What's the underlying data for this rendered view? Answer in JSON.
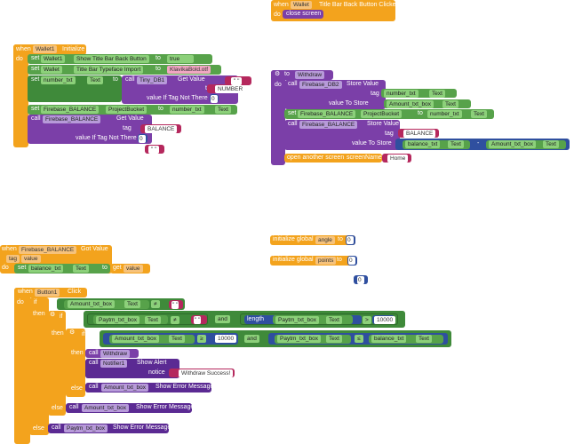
{
  "b1": {
    "when": "when",
    "comp": "Wallet",
    "event": "Title Bar Back Button Clicked",
    "do": "do",
    "action": "close screen"
  },
  "b2": {
    "when": "when",
    "comp": "Wallet1",
    "event": "Initialize",
    "do": "do",
    "set1": {
      "set": "set",
      "comp": "Wallet1",
      "prop": "Show Title Bar Back Button",
      "to": "to",
      "val": "true"
    },
    "set2": {
      "set": "set",
      "comp": "Wallet",
      "prop": "Title Bar Typeface Import",
      "to": "to",
      "val": "KlavikaBold.otf"
    },
    "set3": {
      "set": "set",
      "var": "number_txt",
      "prop": "Text",
      "to": "to",
      "call": "call",
      "db": "Tiny_DB1",
      "method": "Get Value",
      "tag": "tag",
      "tag_val": "NUMBER",
      "ifnot": "value If Tag Not There",
      "ifnot_val": "0"
    },
    "set4": {
      "set": "set",
      "comp": "Firebase_BALANCE",
      "prop": "ProjectBucket",
      "to": "to",
      "val_comp": "number_txt",
      "val_prop": "Text"
    },
    "call1": {
      "call": "call",
      "comp": "Firebase_BALANCE",
      "method": "Get Value",
      "tag": "tag",
      "tag_val": "BALANCE",
      "ifnot": "value If Tag Not There",
      "ifnot_val": "0"
    },
    "empty_text": "\" \""
  },
  "b3": {
    "to": "to",
    "name": "Withdraw",
    "do": "do",
    "call1": {
      "call": "call",
      "comp": "Firebase_DB2",
      "method": "Store Value",
      "tag": "tag",
      "tag_comp": "number_txt",
      "tag_prop": "Text",
      "vts": "value To Store",
      "vts_comp": "Amount_txt_box",
      "vts_prop": "Text"
    },
    "set1": {
      "set": "set",
      "comp": "Firebase_BALANCE",
      "prop": "ProjectBucket",
      "to": "to",
      "val_comp": "number_txt",
      "val_prop": "Text"
    },
    "call2": {
      "call": "call",
      "comp": "Firebase_BALANCE",
      "method": "Store Value",
      "tag": "tag",
      "tag_val": "BALANCE",
      "vts": "value To Store",
      "a_comp": "balance_txt",
      "a_prop": "Text",
      "op": "-",
      "b_comp": "Amount_txt_box",
      "b_prop": "Text"
    },
    "open": {
      "label": "open another screen",
      "arg": "screenName",
      "val": "Home"
    }
  },
  "b4": {
    "when": "when",
    "comp": "Firebase_BALANCE",
    "event": "Got Value",
    "tag": "tag",
    "value": "value",
    "do": "do",
    "set": "set",
    "var": "balance_txt",
    "prop": "Text",
    "to": "to",
    "get": "get",
    "get_val": "value"
  },
  "g1": {
    "label": "initialize global",
    "name": "angle",
    "to": "to",
    "val": "0"
  },
  "g2": {
    "label": "initialize global",
    "name": "points",
    "to": "to",
    "val": "0"
  },
  "loose_num": "0",
  "b5": {
    "when": "when",
    "comp": "Button1",
    "event": "Click",
    "do": "do",
    "if": "if",
    "then": "then",
    "else": "else",
    "if1": {
      "comp": "Amount_txt_box",
      "prop": "Text",
      "op": "≠",
      "val": "\" \""
    },
    "if2": {
      "a_comp": "Paytm_txt_box",
      "a_prop": "Text",
      "op1": "≠",
      "a_val": "\" \"",
      "and": "and",
      "length": "length",
      "b_comp": "Paytm_txt_box",
      "b_prop": "Text",
      "op2": ">",
      "b_val": "10000"
    },
    "if3": {
      "a_comp": "Amount_txt_box",
      "a_prop": "Text",
      "op1": "≥",
      "a_val": "10000",
      "and": "and",
      "b_comp": "Paytm_txt_box",
      "b_prop": "Text",
      "op2": "≤",
      "c_comp": "balance_txt",
      "c_prop": "Text"
    },
    "callw": {
      "call": "call",
      "name": "Withdraw"
    },
    "alert": {
      "call": "call",
      "comp": "Notifier1",
      "method": "Show Alert",
      "notice": "notice",
      "val": "Withdraw Success!"
    },
    "err1": {
      "call": "call",
      "comp": "Amount_txt_box",
      "method": "Show Error Message"
    },
    "err2": {
      "call": "call",
      "comp": "Amount_txt_box",
      "method": "Show Error Message"
    },
    "err3": {
      "call": "call",
      "comp": "Paytm_txt_box",
      "method": "Show Error Message"
    }
  },
  "colors": {
    "event": "#f3a31d",
    "setter": "#57a24a",
    "procedure": "#7b3fa8",
    "component": "#5b2a93",
    "text": "#b5285d",
    "math": "#2f4f9f"
  }
}
